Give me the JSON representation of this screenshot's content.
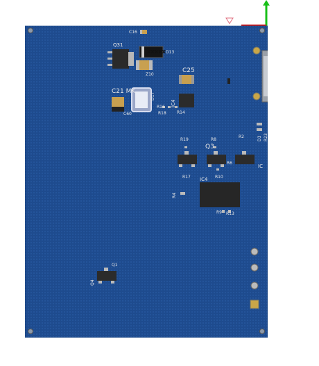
{
  "viewer": {
    "board_color": "#1e4b8e",
    "board_edge_color": "#183f78",
    "axis_y_color": "#18c018",
    "axis_x_color": "#d01818",
    "axis_z_color": "#e07080"
  },
  "labels": {
    "c16": "C16",
    "q31": "Q31",
    "xxxxx": "XXXXX",
    "d13": "D13",
    "z10": "Z10",
    "c25": "C25",
    "c21mk": "C21 MK",
    "d17": "D17",
    "c60": "C60",
    "r16": "R16",
    "r18": "R18",
    "ic4": "IC4",
    "r14": "R14",
    "r19": "R19",
    "r8": "R8",
    "q3": "Q3",
    "r6": "R6",
    "ic": "IC",
    "r2": "R2",
    "q4_side": "Q4",
    "d3": "D3",
    "r23": "R23",
    "r10": "R10",
    "ic4_main": "IC4",
    "r4": "R4",
    "r9": "R9",
    "r13": "R13",
    "q1": "Q1",
    "r17": "R17"
  }
}
